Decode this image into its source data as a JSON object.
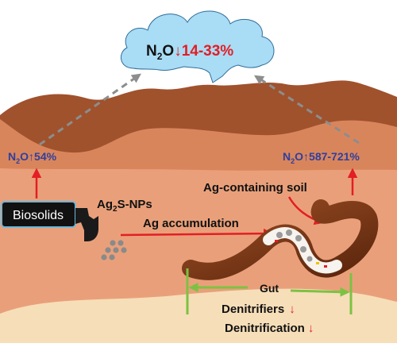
{
  "cloud": {
    "main": "N",
    "sub": "2",
    "o": "O",
    "arrow": "↓",
    "value": "14-33%"
  },
  "left_emission": {
    "main": "N",
    "sub": "2",
    "o": "O",
    "arrow": "↑",
    "value": "54%"
  },
  "right_emission": {
    "main": "N",
    "sub": "2",
    "o": "O",
    "arrow": "↑",
    "value": "587-721%"
  },
  "biosolids_label": "Biosolids",
  "nanoparticles": {
    "main": "Ag",
    "sub": "2",
    "rest": "S-NPs"
  },
  "ag_containing_soil": "Ag-containing soil",
  "ag_accumulation": "Ag accumulation",
  "gut_label": "Gut",
  "denitrifiers": {
    "label": "Denitrifiers",
    "arrow": "↓"
  },
  "denitrification": {
    "label": "Denitrification",
    "arrow": "↓"
  },
  "colors": {
    "sky": "#ffffff",
    "cloud": "#a9dcf5",
    "cloud_stroke": "#2e6d9a",
    "topsoil": "#a0522d",
    "midsoil": "#d9855c",
    "subsoil": "#e9a07a",
    "sand": "#f6deb8",
    "red": "#e31e24",
    "blue": "#2f3f9e",
    "gray_arrow": "#8d8d8d",
    "green": "#7cc242",
    "worm": "#7a3a18",
    "biosolids_bg": "#111111",
    "biosolids_border": "#6fb6d9"
  }
}
